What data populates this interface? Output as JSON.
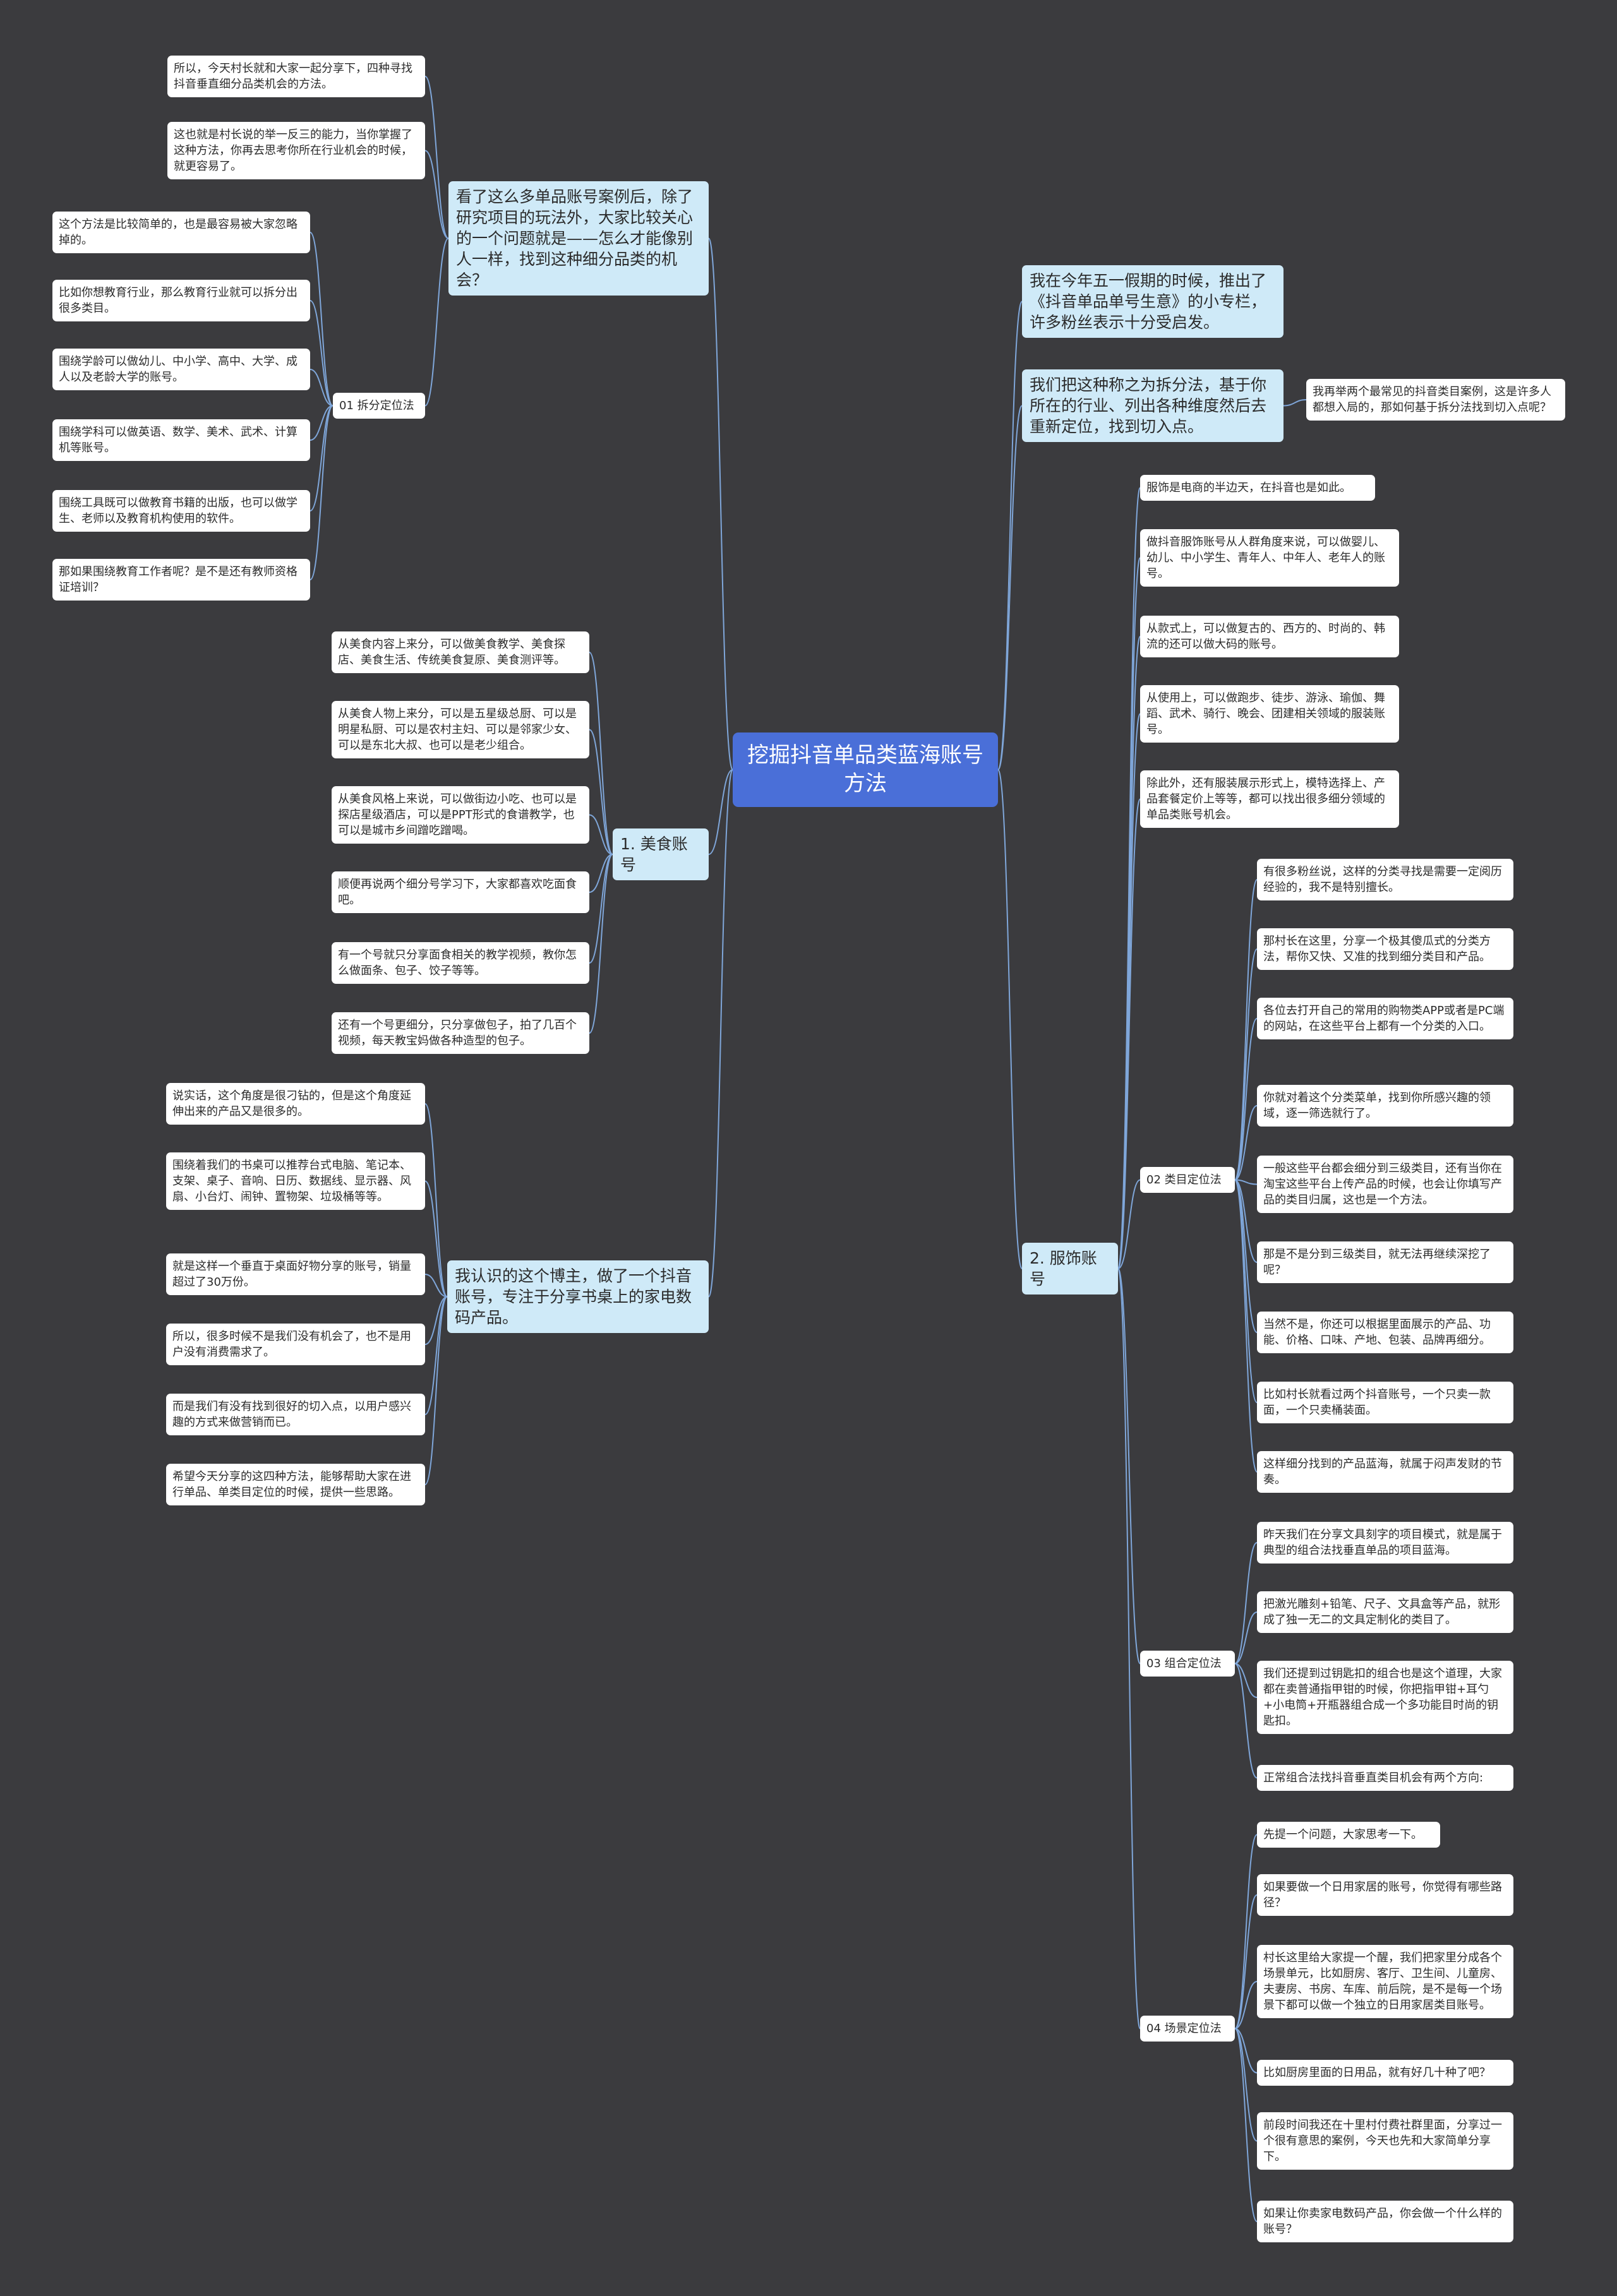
{
  "root": "挖掘抖音单品类蓝海账号方法",
  "left": {
    "b1": "看了这么多单品账号案例后，除了研究项目的玩法外，大家比较关心的一个问题就是——怎么才能像别人一样，找到这种细分品类的机会？",
    "b1_leaves": [
      "所以，今天村长就和大家一起分享下，四种寻找抖音垂直细分品类机会的方法。",
      "这也就是村长说的举一反三的能力，当你掌握了这种方法，你再去思考你所在行业机会的时候，就更容易了。"
    ],
    "b1_sub": "01 拆分定位法",
    "b1_sub_leaves": [
      "这个方法是比较简单的，也是最容易被大家忽略掉的。",
      "比如你想教育行业，那么教育行业就可以拆分出很多类目。",
      "围绕学龄可以做幼儿、中小学、高中、大学、成人以及老龄大学的账号。",
      "围绕学科可以做英语、数学、美术、武术、计算机等账号。",
      "围绕工具既可以做教育书籍的出版，也可以做学生、老师以及教育机构使用的软件。",
      "那如果围绕教育工作者呢？是不是还有教师资格证培训？"
    ],
    "b2": "1. 美食账号",
    "b2_leaves": [
      "从美食内容上来分，可以做美食教学、美食探店、美食生活、传统美食复原、美食测评等。",
      "从美食人物上来分，可以是五星级总厨、可以是明星私厨、可以是农村主妇、可以是邻家少女、可以是东北大叔、也可以是老少组合。",
      "从美食风格上来说，可以做街边小吃、也可以是探店星级酒店，可以是PPT形式的食谱教学，也可以是城市乡间蹭吃蹭喝。",
      "顺便再说两个细分号学习下，大家都喜欢吃面食吧。",
      "有一个号就只分享面食相关的教学视频，教你怎么做面条、包子、饺子等等。",
      "还有一个号更细分，只分享做包子，拍了几百个视频，每天教宝妈做各种造型的包子。"
    ],
    "b3": "我认识的这个博主，做了一个抖音账号，专注于分享书桌上的家电数码产品。",
    "b3_leaves": [
      "说实话，这个角度是很刁钻的，但是这个角度延伸出来的产品又是很多的。",
      "围绕着我们的书桌可以推荐台式电脑、笔记本、支架、桌子、音响、日历、数据线、显示器、风扇、小台灯、闹钟、置物架、垃圾桶等等。",
      "就是这样一个垂直于桌面好物分享的账号，销量超过了30万份。",
      "所以，很多时候不是我们没有机会了，也不是用户没有消费需求了。",
      "而是我们有没有找到很好的切入点，以用户感兴趣的方式来做营销而已。",
      "希望今天分享的这四种方法，能够帮助大家在进行单品、单类目定位的时候，提供一些思路。"
    ]
  },
  "right": {
    "b1": "我在今年五一假期的时候，推出了《抖音单品单号生意》的小专栏，许多粉丝表示十分受启发。",
    "b2": "我们把这种称之为拆分法，基于你所在的行业、列出各种维度然后去重新定位，找到切入点。",
    "b2_leaf": "我再举两个最常见的抖音类目案例，这是许多人都想入局的，那如何基于拆分法找到切入点呢？",
    "b3": "2. 服饰账号",
    "b3_leaves": [
      "服饰是电商的半边天，在抖音也是如此。",
      "做抖音服饰账号从人群角度来说，可以做婴儿、幼儿、中小学生、青年人、中年人、老年人的账号。",
      "从款式上，可以做复古的、西方的、时尚的、韩流的还可以做大码的账号。",
      "从使用上，可以做跑步、徒步、游泳、瑜伽、舞蹈、武术、骑行、晚会、团建相关领域的服装账号。",
      "除此外，还有服装展示形式上，模特选择上、产品套餐定价上等等，都可以找出很多细分领域的单品类账号机会。"
    ],
    "s2": "02 类目定位法",
    "s2_leaves": [
      "有很多粉丝说，这样的分类寻找是需要一定阅历经验的，我不是特别擅长。",
      "那村长在这里，分享一个极其傻瓜式的分类方法，帮你又快、又准的找到细分类目和产品。",
      "各位去打开自己的常用的购物类APP或者是PC端的网站，在这些平台上都有一个分类的入口。",
      "你就对着这个分类菜单，找到你所感兴趣的领域，逐一筛选就行了。",
      "一般这些平台都会细分到三级类目，还有当你在淘宝这些平台上传产品的时候，也会让你填写产品的类目归属，这也是一个方法。",
      "那是不是分到三级类目，就无法再继续深挖了呢？",
      "当然不是，你还可以根据里面展示的产品、功能、价格、口味、产地、包装、品牌再细分。",
      "比如村长就看过两个抖音账号，一个只卖一款面，一个只卖桶装面。",
      "这样细分找到的产品蓝海，就属于闷声发财的节奏。"
    ],
    "s3": "03 组合定位法",
    "s3_leaves": [
      "昨天我们在分享文具刻字的项目模式，就是属于典型的组合法找垂直单品的项目蓝海。",
      "把激光雕刻+铅笔、尺子、文具盒等产品，就形成了独一无二的文具定制化的类目了。",
      "我们还提到过钥匙扣的组合也是这个道理，大家都在卖普通指甲钳的时候，你把指甲钳+耳勺+小电筒+开瓶器组合成一个多功能目时尚的钥匙扣。",
      "正常组合法找抖音垂直类目机会有两个方向:"
    ],
    "s4": "04 场景定位法",
    "s4_leaves": [
      "先提一个问题，大家思考一下。",
      "如果要做一个日用家居的账号，你觉得有哪些路径？",
      "村长这里给大家提一个醒，我们把家里分成各个场景单元，比如厨房、客厅、卫生间、儿童房、夫妻房、书房、车库、前后院，是不是每一个场景下都可以做一个独立的日用家居类目账号。",
      "比如厨房里面的日用品，就有好几十种了吧？",
      "前段时间我还在十里村付费社群里面，分享过一个很有意思的案例，今天也先和大家简单分享下。",
      "如果让你卖家电数码产品，你会做一个什么样的账号？"
    ]
  },
  "colors": {
    "background": "#3b3b3e",
    "root": "#4a6fd8",
    "branch": "#cfeaf8",
    "leaf": "#ffffff",
    "line": "#7fa6d9"
  }
}
